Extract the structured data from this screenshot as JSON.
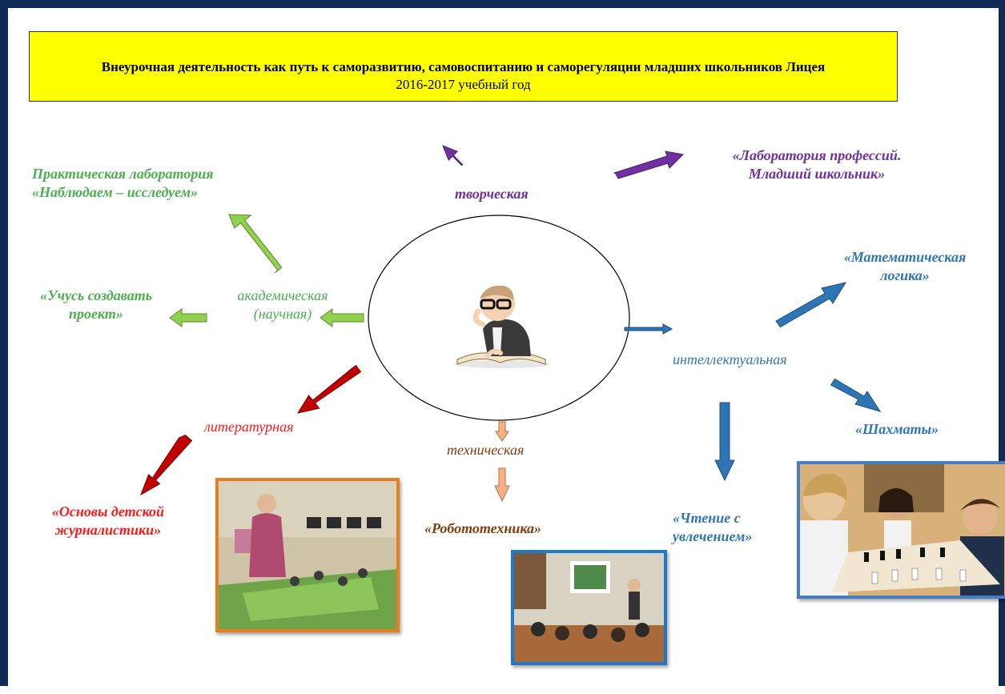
{
  "title": {
    "line1": "Внеурочная  деятельность как путь к саморазвитию, самовоспитанию и саморегуляции младших школьников Лицея",
    "line2": "2016-2017 учебный год"
  },
  "directions": {
    "creative": "творческая",
    "academic": [
      "академическая",
      "(научная)"
    ],
    "intellectual": "интеллектуальная",
    "literary": "литературная",
    "technical": "техническая"
  },
  "programs": {
    "lab_professions": [
      "«Лаборатория профессий.",
      "Младший школьник»"
    ],
    "practical_lab": [
      "Практическая лаборатория",
      "«Наблюдаем – исследуем»"
    ],
    "project": [
      "«Учусь создавать",
      "проект»"
    ],
    "math_logic": [
      "«Математическая",
      "логика»"
    ],
    "chess": "«Шахматы»",
    "reading": [
      "«Чтение с",
      "увлечением»"
    ],
    "robotics": "«Робототехника»",
    "journalism": [
      "«Основы детской",
      "журналистики»"
    ]
  },
  "colors": {
    "frame": "#0f2a57",
    "title_bg": "#ffff00",
    "academic": "#92d050",
    "creative": "#7030a0",
    "intellectual": "#2e75b6",
    "literary": "#c00000",
    "technical": "#f4b183"
  },
  "images": [
    "child-with-glasses-reading",
    "robotics-class-photo",
    "classroom-photo",
    "chess-class-photo"
  ]
}
